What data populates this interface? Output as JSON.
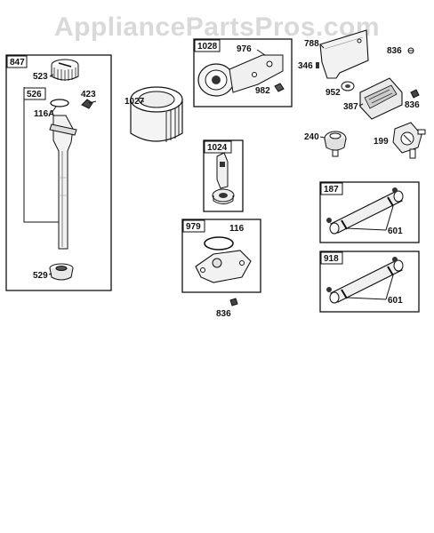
{
  "watermark": "AppliancePartsPros.com",
  "diagram": {
    "group_labels": {
      "g847": "847",
      "g526": "526",
      "g1028": "1028",
      "g1024": "1024",
      "g979": "979",
      "g187": "187",
      "g918": "918"
    },
    "part_labels": {
      "p523": "523",
      "p423": "423",
      "p116a": "116A",
      "p529": "529",
      "p1027": "1027",
      "p976": "976",
      "p982": "982",
      "p788": "788",
      "p346": "346",
      "p836a": "836",
      "p952": "952",
      "p387": "387",
      "p836b": "836",
      "p240": "240",
      "p199": "199",
      "p116": "116",
      "p836c": "836",
      "p601a": "601",
      "p601b": "601"
    }
  }
}
